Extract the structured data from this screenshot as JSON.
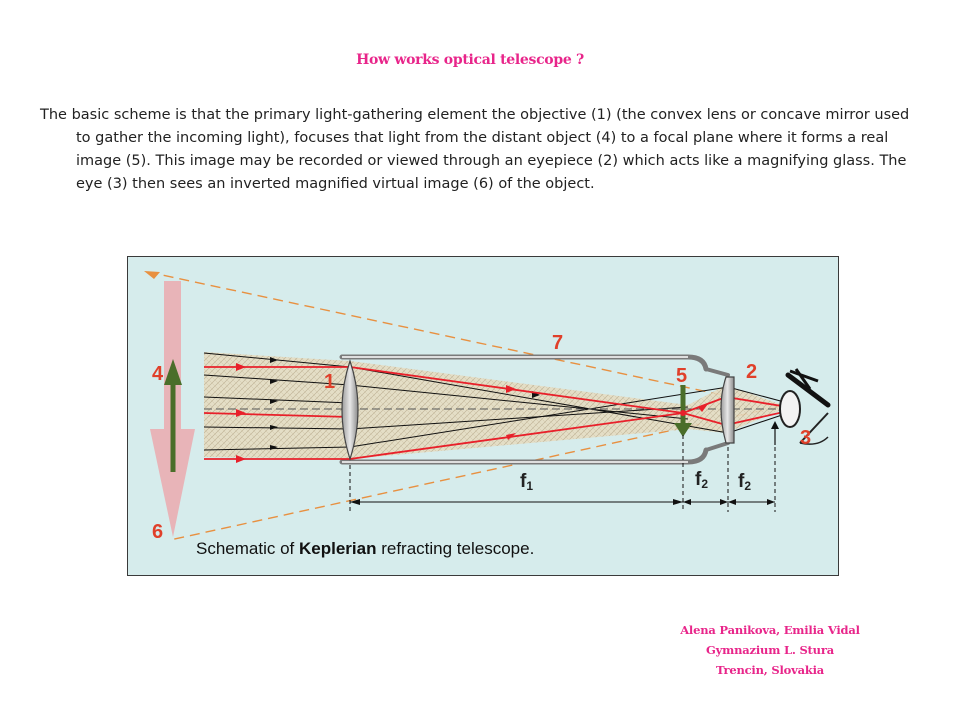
{
  "slide": {
    "title": "How works optical telescope ?",
    "body": "The basic scheme is that the primary light-gathering element the objective (1) (the convex lens or concave mirror used to gather the incoming light), focuses that light from the distant object (4) to a focal plane where it forms a real image (5). This image may be recorded or viewed through an eyepiece (2) which acts like a magnifying glass. The eye (3) then sees an inverted magnified virtual image (6) of the object."
  },
  "figure": {
    "caption_prefix": "Schematic of ",
    "caption_bold": "Keplerian",
    "caption_suffix": " refracting telescope.",
    "labels": {
      "objective": "1",
      "eyepiece": "2",
      "eye": "3",
      "object": "4",
      "real_image": "5",
      "virtual_image": "6",
      "tube": "7"
    },
    "focal_labels": {
      "f1_base": "f",
      "f1_sub": "1",
      "f2a_base": "f",
      "f2a_sub": "2",
      "f2b_base": "f",
      "f2b_sub": "2"
    },
    "colors": {
      "background": "#d6ecec",
      "ray_red": "#e8202a",
      "label_red": "#e0402a",
      "arrow_green": "#4a6e2a",
      "image_pink": "#e8b4b8",
      "guide_orange": "#e89040"
    }
  },
  "credits": {
    "authors": "Alena Panikova, Emilia Vidal",
    "school": "Gymnazium L. Stura",
    "location": "Trencin, Slovakia"
  }
}
